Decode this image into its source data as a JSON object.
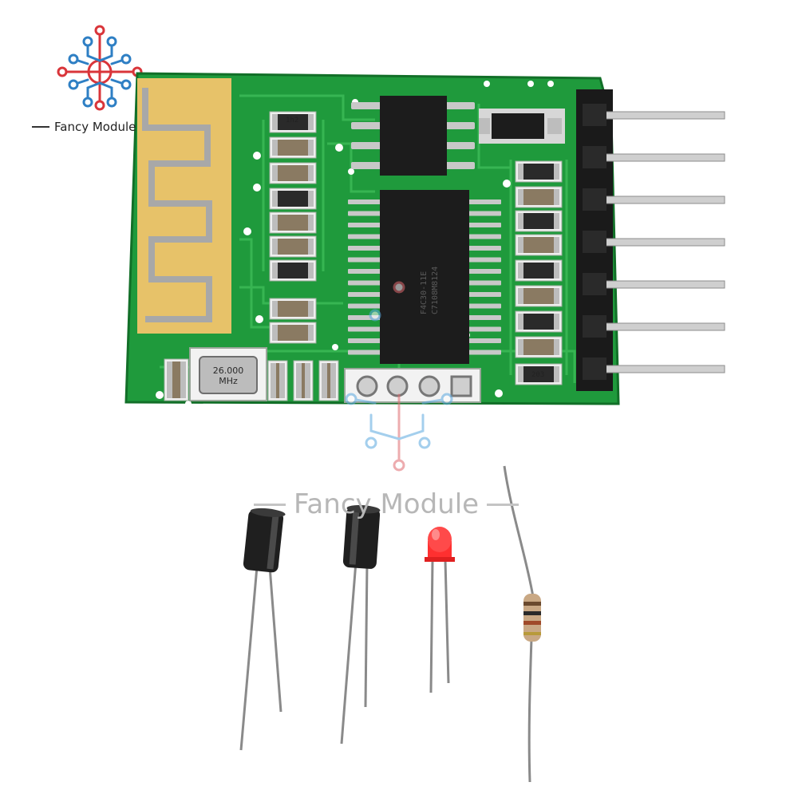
{
  "brand": {
    "name": "Fancy Module",
    "watermark_text": "Fancy Module"
  },
  "board": {
    "crystal_line1": "26.000",
    "crystal_line2": "MHz",
    "resistor_label_top": "1h2",
    "resistor_label_bottom": "203",
    "main_chip_line1": "F4C30-11E",
    "main_chip_line2": "C7108M8124"
  },
  "colors": {
    "pcb_green": "#1f9a3c",
    "pcb_dark": "#168030",
    "trace_green": "#3ab855",
    "antenna_yellow": "#f3d27a",
    "chip_black": "#1c1c1c",
    "pin_silver": "#c8c8c8",
    "logo_red": "#d9353a",
    "logo_blue": "#2e7fc4",
    "led_red": "#ff2a2a"
  },
  "icons": [
    "fancy-module-logo-icon",
    "watermark-logo-icon"
  ]
}
